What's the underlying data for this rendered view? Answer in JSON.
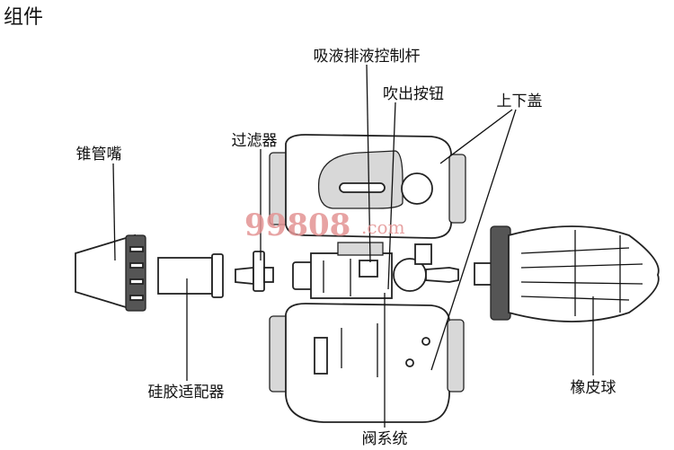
{
  "title": "组件",
  "labels": {
    "control_lever": "吸液排液控制杆",
    "blow_button": "吹出按钮",
    "covers": "上下盖",
    "filter": "过滤器",
    "cone_nozzle": "锥管嘴",
    "silicone_adapter": "硅胶适配器",
    "rubber_bulb": "橡皮球",
    "valve_system": "阀系统"
  },
  "watermark": {
    "main": "99808",
    "suffix": ".com"
  },
  "colors": {
    "watermark": "#e6a0a0",
    "line": "#111111"
  }
}
